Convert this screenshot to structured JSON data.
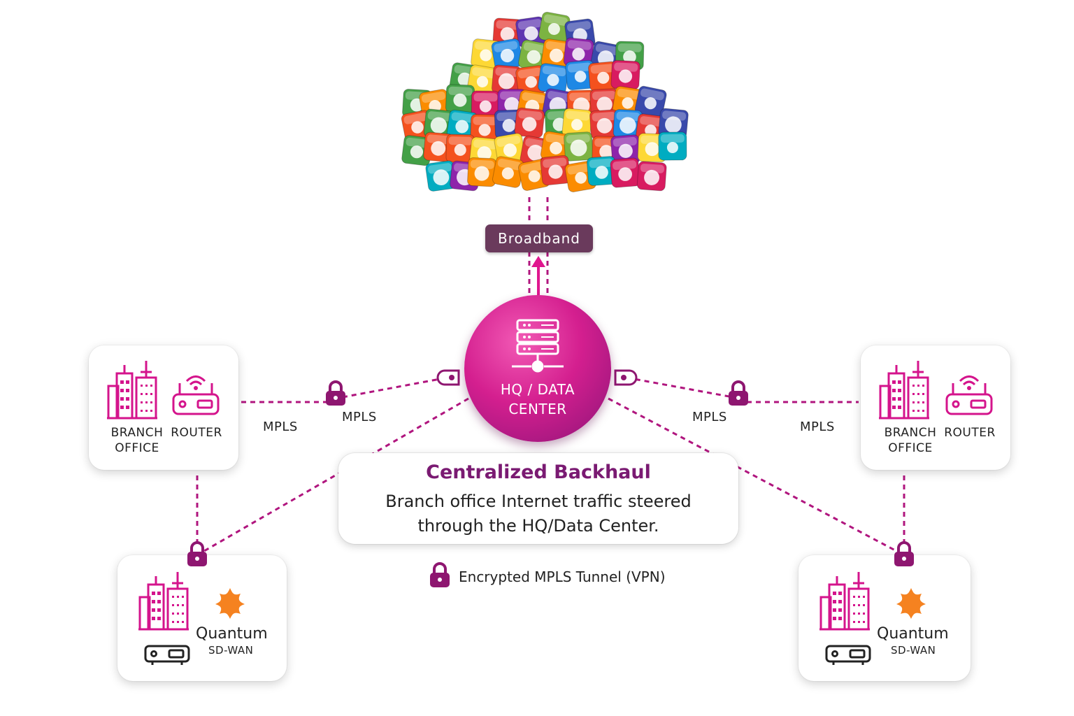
{
  "cloud": {
    "name": "internet-apps-cloud"
  },
  "broadband_label": "Broadband",
  "hub": {
    "label": "HQ / DATA\nCENTER"
  },
  "links": [
    {
      "label": "MPLS"
    },
    {
      "label": "MPLS"
    },
    {
      "label": "MPLS"
    },
    {
      "label": "MPLS"
    }
  ],
  "branches": [
    {
      "building_label": "BRANCH\nOFFICE",
      "router_label": "ROUTER"
    },
    {
      "building_label": "BRANCH\nOFFICE",
      "router_label": "ROUTER"
    }
  ],
  "sdwan_sites": [
    {
      "name": "Quantum",
      "sub": "SD-WAN"
    },
    {
      "name": "Quantum",
      "sub": "SD-WAN"
    }
  ],
  "callout": {
    "title": "Centralized Backhaul",
    "description": "Branch office Internet traffic steered\nthrough the HQ/Data Center."
  },
  "legend": {
    "text": "Encrypted MPLS Tunnel (VPN)"
  },
  "colors": {
    "accent": "#d4148c",
    "tunnel": "#b0157e",
    "lock": "#8e1670",
    "title": "#7a1a72",
    "broadband_bg": "#6a3a5c",
    "quantum_star": "#f58220"
  }
}
